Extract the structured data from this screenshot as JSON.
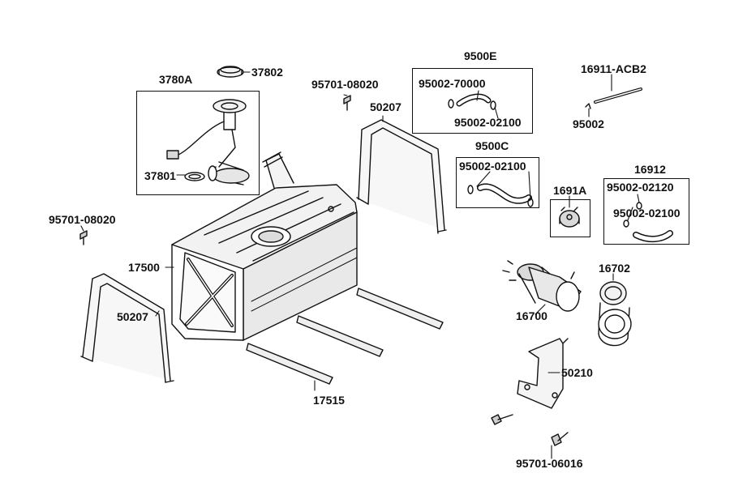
{
  "diagram": {
    "labels": {
      "l_37802": "37802",
      "l_3780A": "3780A",
      "l_37801": "37801",
      "l_95701_08020_top": "95701-08020",
      "l_50207_top": "50207",
      "l_9500E": "9500E",
      "l_95002_70000": "95002-70000",
      "l_95002_02100_a": "95002-02100",
      "l_16911_ACB2": "16911-ACB2",
      "l_95002_single": "95002",
      "l_9500C": "9500C",
      "l_95002_02100_b": "95002-02100",
      "l_1691A": "1691A",
      "l_16912": "16912",
      "l_95002_02120": "95002-02120",
      "l_95002_02100_c": "95002-02100",
      "l_95701_08020_left": "95701-08020",
      "l_17500": "17500",
      "l_50207_left": "50207",
      "l_16702": "16702",
      "l_16700": "16700",
      "l_50210": "50210",
      "l_17515": "17515",
      "l_95701_06016": "95701-06016"
    },
    "colors": {
      "line": "#111111",
      "tank_face": "#ffffff",
      "tank_shade": "#e6e6e6",
      "part_shade": "#d9d9d9"
    }
  }
}
